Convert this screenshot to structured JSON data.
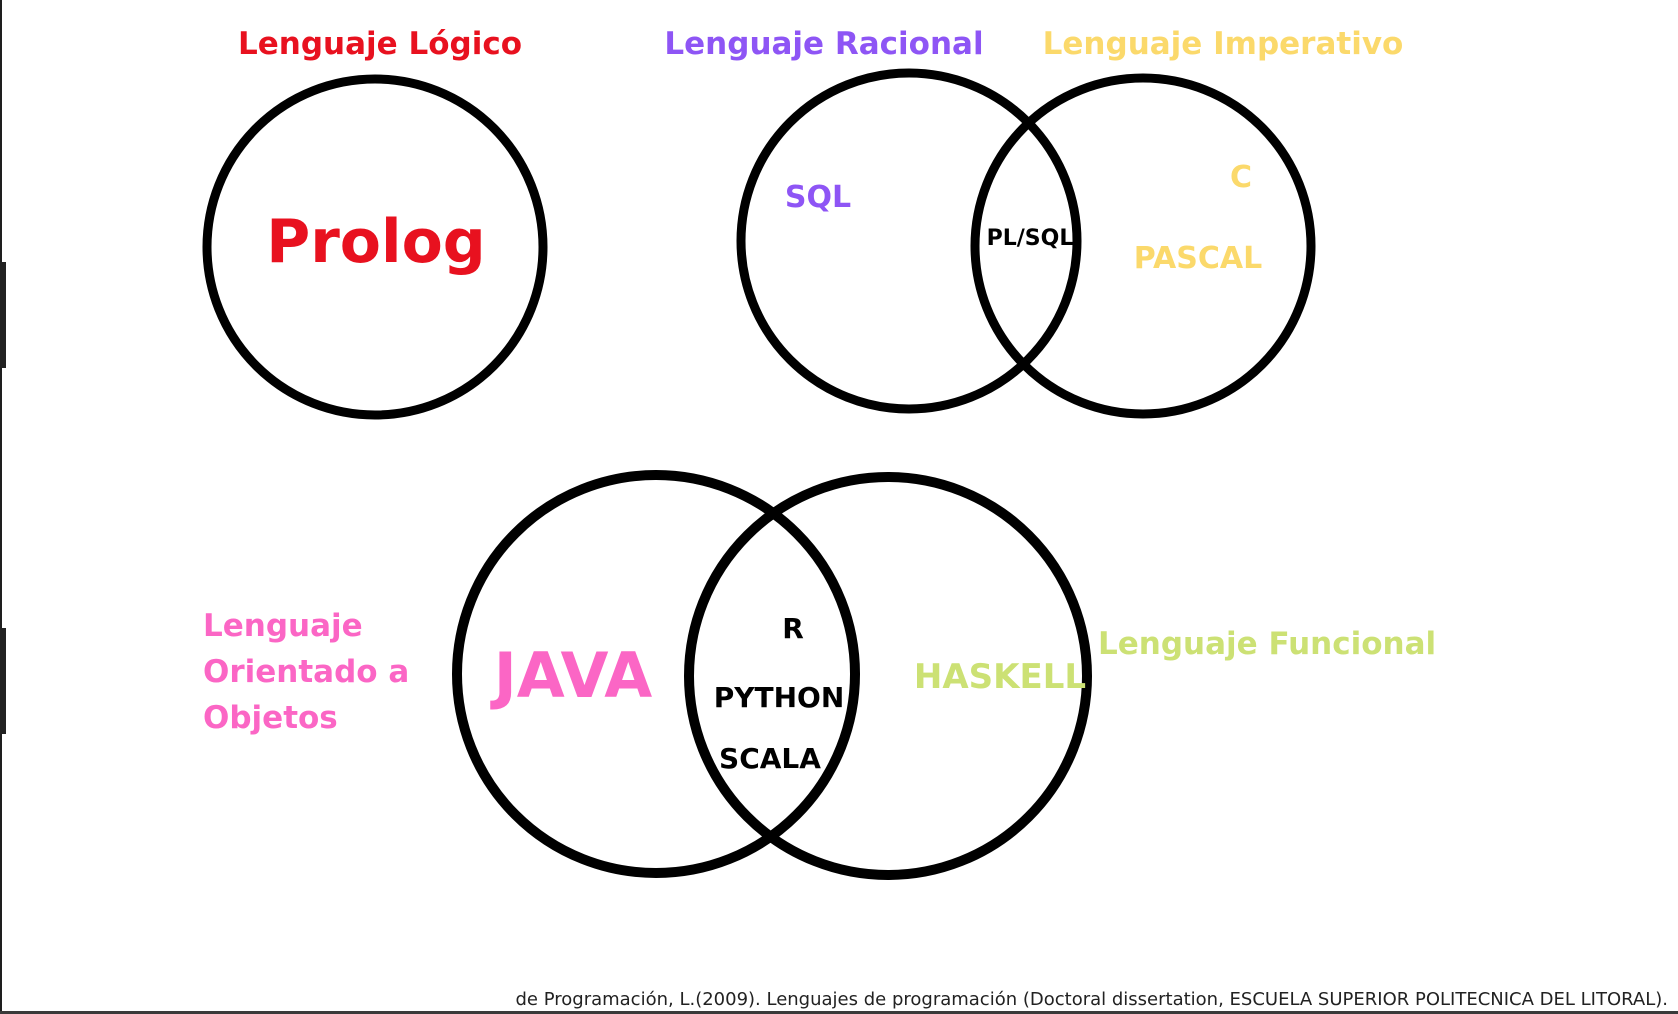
{
  "colors": {
    "logico": "#e8111f",
    "racional": "#8e55f5",
    "imperativo": "#fbd96b",
    "objetos": "#fb66c5",
    "funcional": "#cce174",
    "overlap": "#000000"
  },
  "diagram": {
    "logico": {
      "title": "Lenguaje Lógico",
      "languages": [
        "Prolog"
      ]
    },
    "racional_imperativo": {
      "racional_title": "Lenguaje Racional",
      "imperativo_title": "Lenguaje Imperativo",
      "racional_only": [
        "SQL"
      ],
      "overlap": [
        "PL/SQL"
      ],
      "imperativo_only": [
        "C",
        "PASCAL"
      ]
    },
    "objetos_funcional": {
      "objetos_title_lines": [
        "Lenguaje",
        "Orientado a",
        "Objetos"
      ],
      "funcional_title": "Lenguaje Funcional",
      "objetos_only": [
        "JAVA"
      ],
      "overlap": [
        "R",
        "PYTHON",
        "SCALA"
      ],
      "funcional_only": [
        "HASKELL"
      ]
    }
  },
  "citation": "de Programación, L.(2009). Lenguajes de programación (Doctoral dissertation, ESCUELA SUPERIOR POLITECNICA DEL LITORAL)."
}
